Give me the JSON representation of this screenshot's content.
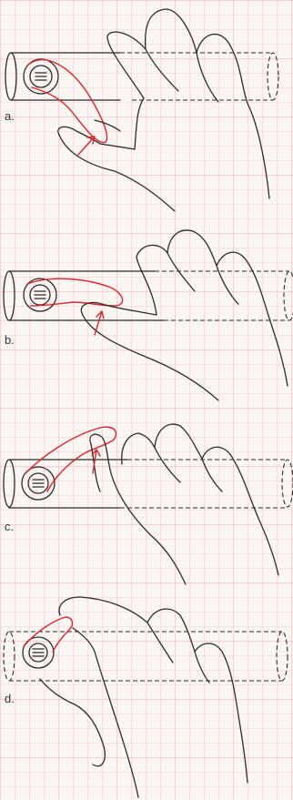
{
  "panels": [
    {
      "label": "a."
    },
    {
      "label": "b."
    },
    {
      "label": "c."
    },
    {
      "label": "d."
    }
  ],
  "colors": {
    "background": "#fbf6f2",
    "grid": "#f0a8ad",
    "ink": "#2b2b2b",
    "highlight": "#d8262e"
  }
}
